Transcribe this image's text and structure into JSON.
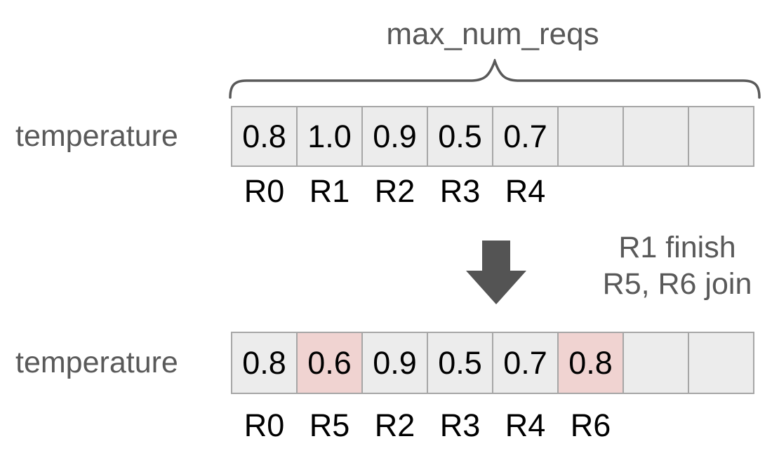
{
  "brace_label": "max_num_reqs",
  "transition": {
    "arrow_icon": "down-arrow",
    "line1": "R1 finish",
    "line2": "R5, R6 join"
  },
  "rows": [
    {
      "label": "temperature",
      "cells": [
        {
          "value": "0.8",
          "highlight": false
        },
        {
          "value": "1.0",
          "highlight": false
        },
        {
          "value": "0.9",
          "highlight": false
        },
        {
          "value": "0.5",
          "highlight": false
        },
        {
          "value": "0.7",
          "highlight": false
        },
        {
          "value": "",
          "highlight": false
        },
        {
          "value": "",
          "highlight": false
        },
        {
          "value": "",
          "highlight": false
        }
      ],
      "request_labels": [
        "R0",
        "R1",
        "R2",
        "R3",
        "R4"
      ]
    },
    {
      "label": "temperature",
      "cells": [
        {
          "value": "0.8",
          "highlight": false
        },
        {
          "value": "0.6",
          "highlight": true
        },
        {
          "value": "0.9",
          "highlight": false
        },
        {
          "value": "0.5",
          "highlight": false
        },
        {
          "value": "0.7",
          "highlight": false
        },
        {
          "value": "0.8",
          "highlight": true
        },
        {
          "value": "",
          "highlight": false
        },
        {
          "value": "",
          "highlight": false
        }
      ],
      "request_labels": [
        "R0",
        "R5",
        "R2",
        "R3",
        "R4",
        "R6"
      ]
    }
  ],
  "colors": {
    "cell_bg": "#ececec",
    "highlight_bg": "#f0d3d1",
    "border": "#a6a6a6",
    "gray_text": "#595959",
    "arrow": "#545454"
  }
}
